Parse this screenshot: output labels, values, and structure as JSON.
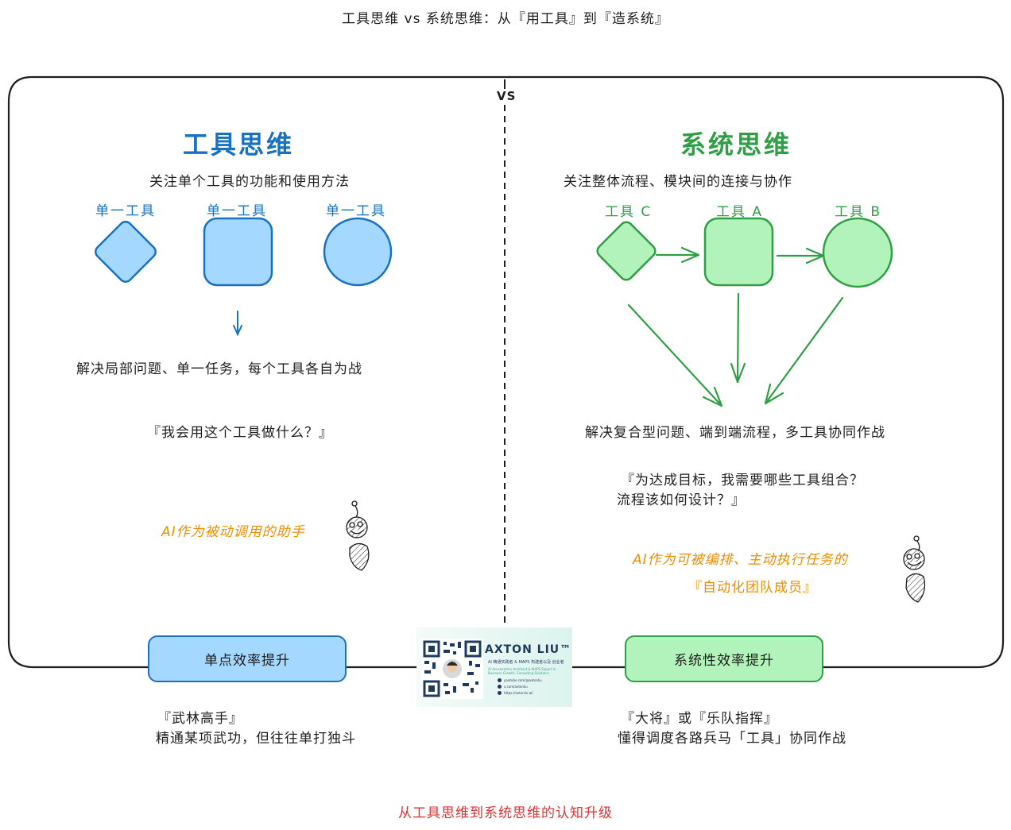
{
  "title": "工具思维 vs 系统思维：从『用工具』到『造系统』",
  "divider_label": "VS",
  "left": {
    "heading": "工具思维",
    "subtitle": "关注单个工具的功能和使用方法",
    "tools": [
      {
        "label": "单一工具",
        "shape": "diamond"
      },
      {
        "label": "单一工具",
        "shape": "rounded-square"
      },
      {
        "label": "单一工具",
        "shape": "circle"
      }
    ],
    "result": "解决局部问题、单一任务，每个工具各自为战",
    "question": "『我会用这个工具做什么？』",
    "ai_role": "AI作为被动调用的助手",
    "outcome_box": "单点效率提升",
    "metaphor_line1": "『武林高手』",
    "metaphor_line2": "精通某项武功，但往往单打独斗"
  },
  "right": {
    "heading": "系统思维",
    "subtitle": "关注整体流程、模块间的连接与协作",
    "tools": [
      {
        "label": "工具 C",
        "shape": "diamond"
      },
      {
        "label": "工具 A",
        "shape": "rounded-square"
      },
      {
        "label": "工具 B",
        "shape": "circle"
      }
    ],
    "flow": [
      "工具 C → 工具 A",
      "工具 A → 工具 B",
      "工具 C → 结果",
      "工具 A → 结果",
      "工具 B → 结果"
    ],
    "result": "解决复合型问题、端到端流程，多工具协同作战",
    "question_line1": "『为达成目标，我需要哪些工具组合？",
    "question_line2": "流程该如何设计？』",
    "ai_role_line1": "AI作为可被编排、主动执行任务的",
    "ai_role_line2": "『自动化团队成员』",
    "outcome_box": "系统性效率提升",
    "metaphor_line1": "『大将』或『乐队指挥』",
    "metaphor_line2": "懂得调度各路兵马「工具」协同作战"
  },
  "card": {
    "name": "AXTON LIU™",
    "subtitle": "AI 精通实践者 & MAPS 构建者以及 创业者",
    "description": "AI Acceleration Architect & MAPS Expert in Business Growth, Consulting Solutions",
    "links": [
      "youtube.com/@axtonliu",
      "x.com/axtonliu",
      "https://axtonliu.ai/"
    ]
  },
  "footer": "从工具思维到系统思维的认知升级",
  "colors": {
    "blue_stroke": "#1971c2",
    "blue_fill": "#a5d8ff",
    "green_stroke": "#2f9e44",
    "green_fill": "#b2f2bb",
    "orange": "#f08c00",
    "red": "#e03131",
    "ink": "#1e1e1e"
  }
}
